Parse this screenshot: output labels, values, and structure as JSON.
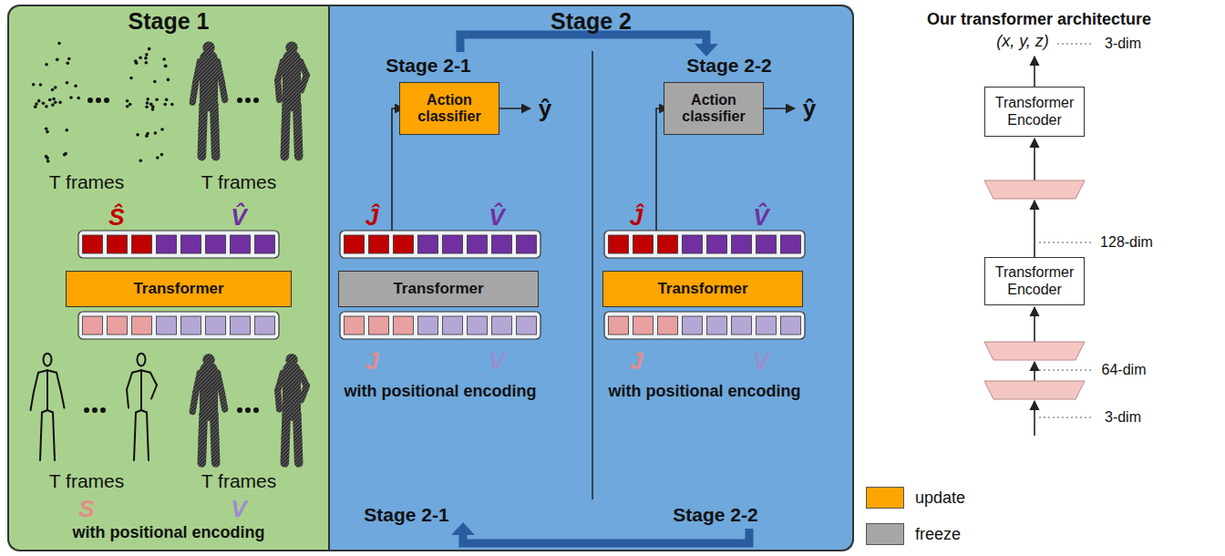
{
  "diagram": {
    "nodes": [
      {
        "text": [
          "Stage 1"
        ]
      },
      {
        "text": [
          "Transformer"
        ],
        "in": 0
      },
      {
        "text": [
          "Stage 2"
        ]
      },
      {
        "text": [
          "Action classifier"
        ],
        "in": 2
      },
      {
        "text": [
          "Transformer"
        ],
        "in": 2
      },
      {
        "text": [
          "Action classifier"
        ],
        "in": 2
      },
      {
        "text": [
          "Transformer"
        ],
        "in": 2
      },
      {
        "text": [
          "Transformer Encoder"
        ]
      },
      {
        "text": [
          "Transformer Encoder"
        ]
      }
    ],
    "labels": [
      "T frames",
      "T frames",
      "Ŝ",
      "V̂",
      "T frames",
      "T frames",
      "S",
      "V",
      "with positional encoding",
      "Stage 2-1",
      "Stage 2-2",
      "ŷ",
      "ŷ",
      "Ĵ",
      "V̂",
      "Ĵ",
      "V̂",
      "J",
      "V",
      "J",
      "V",
      "with positional encoding",
      "with positional encoding",
      "Stage 2-1",
      "Stage 2-2",
      "Our transformer architecture",
      "(x, y, z)",
      "3-dim",
      "128-dim",
      "64-dim",
      "3-dim"
    ],
    "legend": [
      {
        "text": "update",
        "color": "#FFA500"
      },
      {
        "text": "freeze",
        "color": "#A6A6A6"
      }
    ]
  }
}
